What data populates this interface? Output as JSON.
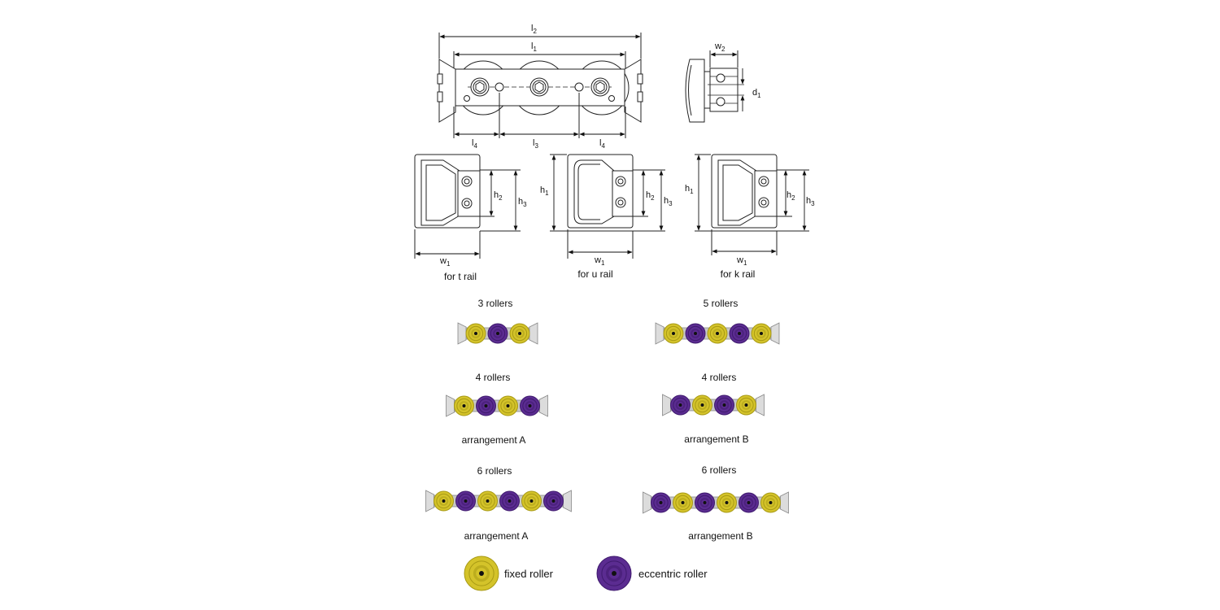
{
  "dimensions": {
    "l2": {
      "base": "l",
      "sub": "2"
    },
    "l1": {
      "base": "l",
      "sub": "1"
    },
    "l3": {
      "base": "l",
      "sub": "3"
    },
    "l4": {
      "base": "l",
      "sub": "4"
    },
    "w2": {
      "base": "w",
      "sub": "2"
    },
    "d1": {
      "base": "d",
      "sub": "1"
    },
    "h1": {
      "base": "h",
      "sub": "1"
    },
    "h2": {
      "base": "h",
      "sub": "2"
    },
    "h3": {
      "base": "h",
      "sub": "3"
    },
    "w1": {
      "base": "w",
      "sub": "1"
    }
  },
  "rail_views": [
    {
      "caption": "for t rail"
    },
    {
      "caption": "for u rail"
    },
    {
      "caption": "for k rail"
    }
  ],
  "configurations": [
    {
      "title": "3 rollers",
      "rollers": [
        "fixed",
        "eccentric",
        "fixed"
      ],
      "arrangement": ""
    },
    {
      "title": "5 rollers",
      "rollers": [
        "fixed",
        "eccentric",
        "fixed",
        "eccentric",
        "fixed"
      ],
      "arrangement": ""
    },
    {
      "title": "4 rollers",
      "rollers": [
        "fixed",
        "eccentric",
        "fixed",
        "eccentric"
      ],
      "arrangement": "arrangement A"
    },
    {
      "title": "4 rollers",
      "rollers": [
        "eccentric",
        "fixed",
        "eccentric",
        "fixed"
      ],
      "arrangement": "arrangement B"
    },
    {
      "title": "6 rollers",
      "rollers": [
        "fixed",
        "eccentric",
        "fixed",
        "eccentric",
        "fixed",
        "eccentric"
      ],
      "arrangement": "arrangement A"
    },
    {
      "title": "6 rollers",
      "rollers": [
        "eccentric",
        "fixed",
        "eccentric",
        "fixed",
        "eccentric",
        "fixed"
      ],
      "arrangement": "arrangement B"
    }
  ],
  "legend": {
    "fixed_label": "fixed roller",
    "eccentric_label": "eccentric roller"
  },
  "colors": {
    "fixed": "#d4c32a",
    "fixed_dark": "#a89a14",
    "eccentric": "#5b2c91",
    "eccentric_dark": "#3f1a6e",
    "rail": "#c8c8c8"
  }
}
